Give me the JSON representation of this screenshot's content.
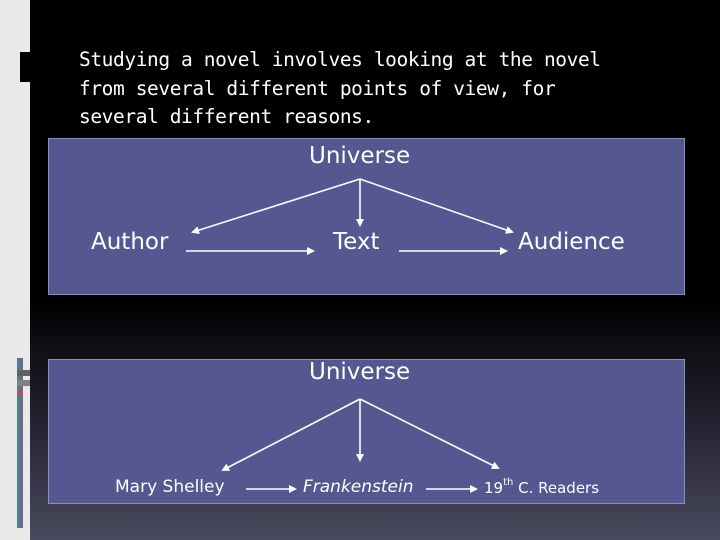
{
  "slide": {
    "title": "Studying a novel involves looking at the novel\nfrom several different points of view, for\nseveral different reasons."
  },
  "diagram_1": {
    "universe": "Universe",
    "author": "Author",
    "text": "Text",
    "audience": "Audience"
  },
  "diagram_2": {
    "universe": "Universe",
    "author": "Mary Shelley",
    "text": "Frankenstein",
    "audience_num": "19",
    "audience_sup": "th",
    "audience_rest": " C. Readers"
  },
  "colors": {
    "panel": "#555890",
    "panel_border": "#8c8eb4",
    "text": "#ffffff",
    "background": "#000000"
  }
}
